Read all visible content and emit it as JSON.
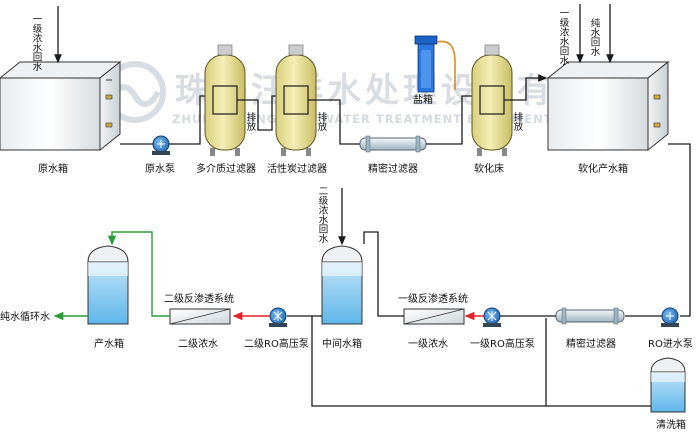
{
  "watermark": {
    "company_cn": "珠海汪洋水处理设备有限公司",
    "company_en": "ZHUHAI WANGYANG WATER TREATMENT EQUIPMENT CO.,LTD"
  },
  "colors": {
    "pipe": "#1a1a1a",
    "return_pipe": "#2a9d3a",
    "pressure_pipe": "#e0242a",
    "filter_body": "#f1e8a6",
    "water": "#7fc6f0",
    "pump": "#1f78c8",
    "salt_tank": "#1e63c7"
  },
  "labels": {
    "primary_concentrate_return_1": "一级浓水回水",
    "primary_concentrate_return_2": "一级浓水回水",
    "pure_water_return": "纯水回水",
    "secondary_concentrate_return": "二级浓水回水",
    "raw_tank": "原水箱",
    "raw_pump": "原水泵",
    "multimedia_filter": "多介质过滤器",
    "carbon_filter": "活性炭过滤器",
    "precision_filter_top": "精密过滤器",
    "softener": "软化床",
    "salt_tank": "盐箱",
    "softened_tank": "软化产水箱",
    "drain_1": "排放",
    "drain_2": "排放",
    "drain_3": "排放",
    "ro_feed_pump": "RO进水泵",
    "precision_filter_bottom": "精密过滤器",
    "ro1_pump": "一级RO高压泵",
    "ro1_system": "一级反渗透系统",
    "ro1_concentrate": "一级浓水",
    "middle_tank": "中间水箱",
    "ro2_pump": "二级RO高压泵",
    "ro2_system": "二级反渗透系统",
    "ro2_concentrate": "二级浓水",
    "product_tank": "产水箱",
    "pure_water_loop": "纯水循环水",
    "cleaning_tank": "清洗箱"
  }
}
